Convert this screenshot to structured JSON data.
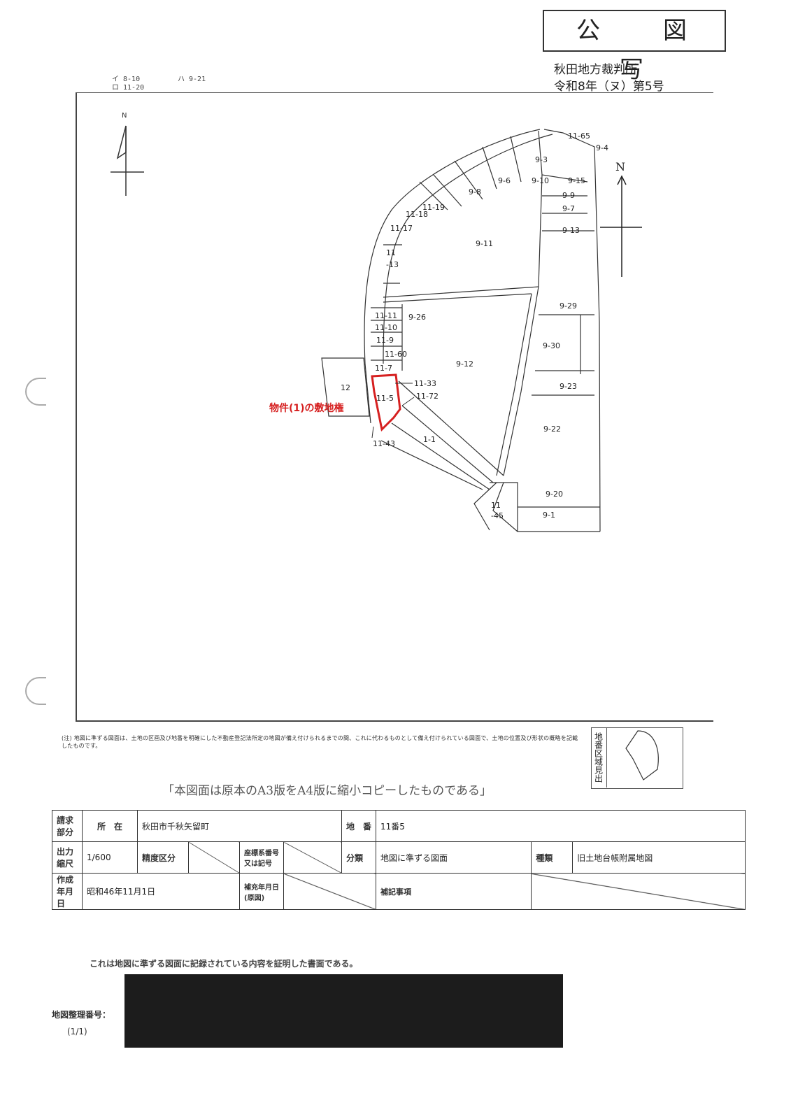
{
  "stamp": "公　図　写",
  "court": {
    "name": "秋田地方裁判所",
    "case": "令和8年（ヌ）第5号"
  },
  "legacy_refs": {
    "left_top": "イ 8-10",
    "left_bottom": "ロ 11-20",
    "right": "ハ 9-21"
  },
  "map": {
    "north_label": "N",
    "north_label_small": "N",
    "target_annotation": "物件(1)の敷地権",
    "parcels": {
      "p_11_65": "11-65",
      "p_9_4": "9-4",
      "p_9_3": "9-3",
      "p_9_6": "9-6",
      "p_9_10": "9-10",
      "p_9_15": "9-15",
      "p_9_8": "9-8",
      "p_9_9": "9-9",
      "p_9_7": "9-7",
      "p_9_13": "9-13",
      "p_9_11": "9-11",
      "p_11_13a": "11",
      "p_11_13b": "-13",
      "p_9_26": "9-26",
      "p_11_11": "11-11",
      "p_11_10": "11-10",
      "p_11_9": "11-9",
      "p_11_60": "11-60",
      "p_11_7": "11-7",
      "p_12": "12",
      "p_11_5": "11-5",
      "p_11_33": "11-33",
      "p_11_72": "11-72",
      "p_9_12": "9-12",
      "p_9_29": "9-29",
      "p_9_30": "9-30",
      "p_9_23": "9-23",
      "p_9_22": "9-22",
      "p_11_43": "11-43",
      "p_1_1": "1-1",
      "p_11_45a": "11",
      "p_11_45b": "-45",
      "p_9_20": "9-20",
      "p_9_1": "9-1",
      "p_11_19": "11-19",
      "p_11_18": "11-18",
      "p_11_17": "11-17"
    }
  },
  "footnote": "(注) 地図に準ずる図面は、土地の区画及び地番を明確にした不動産登記法所定の地図が備え付けられるまでの間、これに代わるものとして備え付けられている図面で、土地の位置及び形状の概略を記載したものです。",
  "caption": "「本図面は原本のA3版をA4版に縮小コピーしたものである」",
  "region_index_label": "地番区域見出",
  "table": {
    "r1": {
      "label1": "請求部分",
      "label2": "所　在",
      "location": "秋田市千秋矢留町",
      "label3": "地　番",
      "lot": "11番5"
    },
    "r2": {
      "label1": "出力縮尺",
      "scale": "1/600",
      "label2": "精度区分",
      "label3": "座標系番号又は記号",
      "label4": "分類",
      "category": "地図に準ずる図面",
      "label5": "種類",
      "type": "旧土地台帳附属地図"
    },
    "r3": {
      "label1": "作成年月日",
      "created": "昭和46年11月1日",
      "label2": "補充年月日(原図)",
      "label3": "補記事項"
    }
  },
  "certification": "これは地図に準ずる図面に記録されている内容を証明した書面である。",
  "map_number_label": "地図整理番号：",
  "page": "(1/1)"
}
